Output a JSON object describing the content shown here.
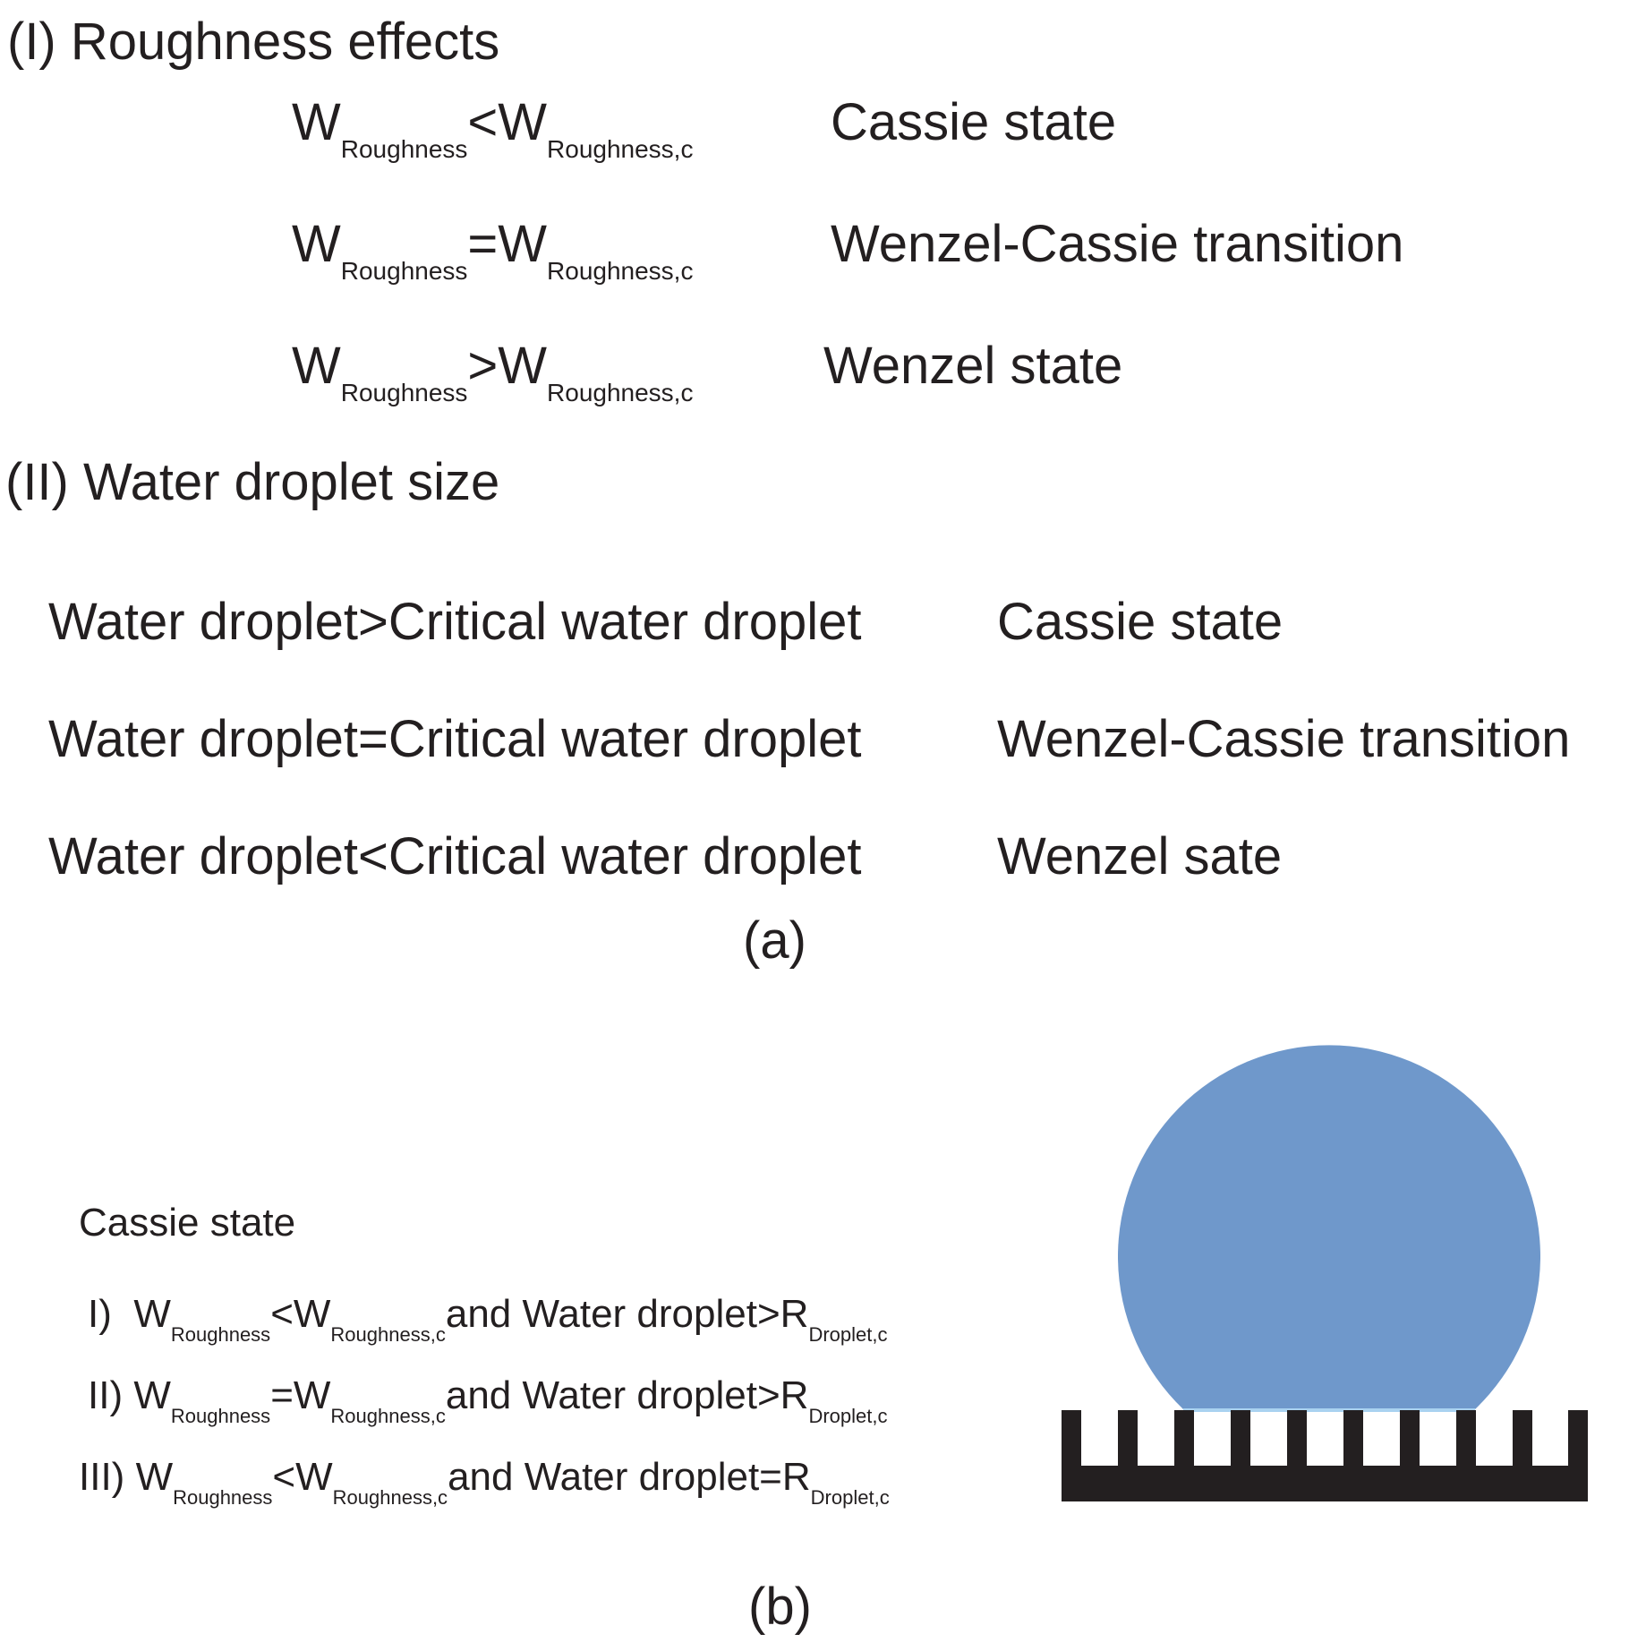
{
  "section_a": {
    "heading1": "(I) Roughness effects",
    "roughness_rows": [
      {
        "w": "W",
        "sub1": "Roughness",
        "op": "<",
        "w2": "W",
        "sub2": "Roughness,c",
        "state": "Cassie state"
      },
      {
        "w": "W",
        "sub1": "Roughness",
        "op": "=",
        "w2": "W",
        "sub2": "Roughness,c",
        "state": "Wenzel-Cassie transition"
      },
      {
        "w": "W",
        "sub1": "Roughness",
        "op": ">",
        "w2": "W",
        "sub2": "Roughness,c",
        "state": "Wenzel state"
      }
    ],
    "heading2": "(II) Water droplet size",
    "droplet_rows": [
      {
        "expr": "Water droplet>Critical water droplet",
        "state": "Cassie state"
      },
      {
        "expr": "Water droplet=Critical water droplet",
        "state": "Wenzel-Cassie transition"
      },
      {
        "expr": "Water droplet<Critical water droplet",
        "state": "Wenzel sate"
      }
    ],
    "caption": "(a)"
  },
  "section_b": {
    "title": "Cassie state",
    "conditions": [
      {
        "num": "I)",
        "w": "W",
        "sub1": "Roughness",
        "op": "<",
        "w2": "W",
        "sub2": "Roughness,c",
        "mid": "and Water droplet>R",
        "sub3": "Droplet,c"
      },
      {
        "num": "II)",
        "w": "W",
        "sub1": "Roughness",
        "op": "=",
        "w2": "W",
        "sub2": "Roughness,c",
        "mid": "and Water droplet>R",
        "sub3": "Droplet,c"
      },
      {
        "num": "III)",
        "w": "W",
        "sub1": "Roughness",
        "op": "<",
        "w2": "W",
        "sub2": "Roughness,c",
        "mid": "and Water droplet=R",
        "sub3": "Droplet,c"
      }
    ],
    "caption": "(b)"
  },
  "colors": {
    "text": "#231f20",
    "droplet": "#6f98cb",
    "droplet_contact": "#a9d2f0",
    "substrate": "#231f20"
  }
}
